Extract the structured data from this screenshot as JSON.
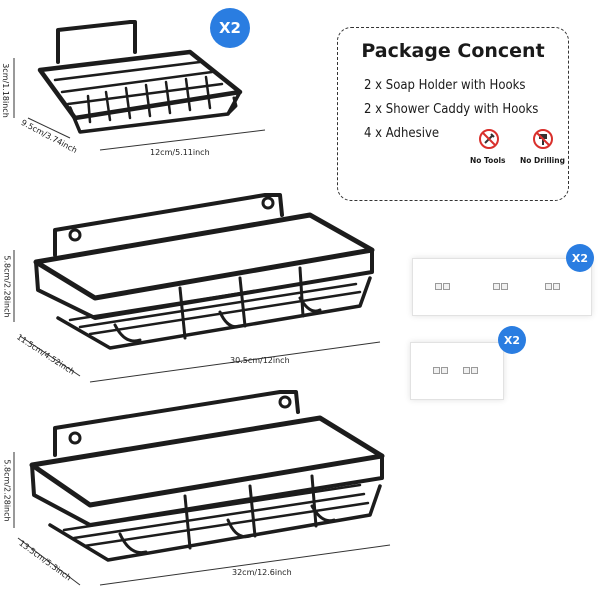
{
  "badges": {
    "soap_qty": "X2",
    "strip_qty": "X2",
    "small_qty": "X2",
    "color": "#2a7de1"
  },
  "dims": {
    "soap_height": "3cm/1.18inch",
    "soap_depth": "9.5cm/3.74inch",
    "soap_width": "12cm/5.11inch",
    "mid_height": "5.8cm/2.28inch",
    "mid_depth": "11.5cm/4.52inch",
    "mid_width": "30.5cm/12inch",
    "big_height": "5.8cm/2.28inch",
    "big_depth": "13.5cm/5.3inch",
    "big_width": "32cm/12.6inch"
  },
  "package": {
    "title": "Package Concent",
    "items": [
      "2 x Soap Holder with Hooks",
      "2 x Shower Caddy with Hooks",
      "4 x Adhesive"
    ],
    "no_tools": "No Tools",
    "no_drilling": "No Drilling"
  },
  "icons": [
    "no-tools-icon",
    "no-drilling-icon",
    "adhesive-hook-icon"
  ],
  "colors": {
    "metal": "#1c1c1c",
    "prohibit": "#d9302c"
  }
}
